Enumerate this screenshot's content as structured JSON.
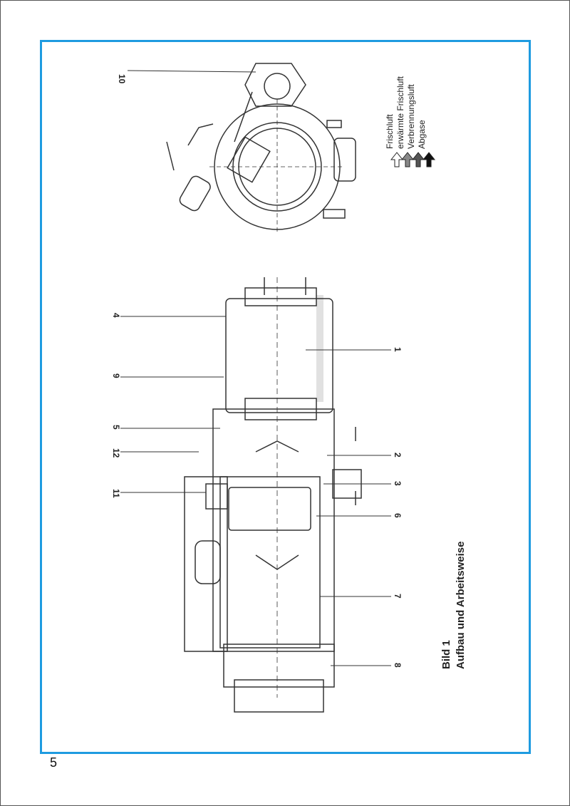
{
  "page_number": "5",
  "figure": {
    "caption_title": "Bild 1",
    "caption_subtitle": "Aufbau und Arbeitsweise",
    "callouts": [
      "10",
      "4",
      "9",
      "5",
      "12",
      "11",
      "1",
      "2",
      "3",
      "6",
      "7",
      "8"
    ],
    "legend": [
      {
        "label": "Frischluft",
        "icon": "hollow-arrow-icon"
      },
      {
        "label": "erwärmte Frischluft",
        "icon": "striped-arrow-icon"
      },
      {
        "label": "Verbrennungsluft",
        "icon": "hatched-arrow-icon"
      },
      {
        "label": "Abgase",
        "icon": "solid-arrow-icon"
      }
    ]
  },
  "colors": {
    "frame": "#1e9be0",
    "ink": "#222222"
  }
}
